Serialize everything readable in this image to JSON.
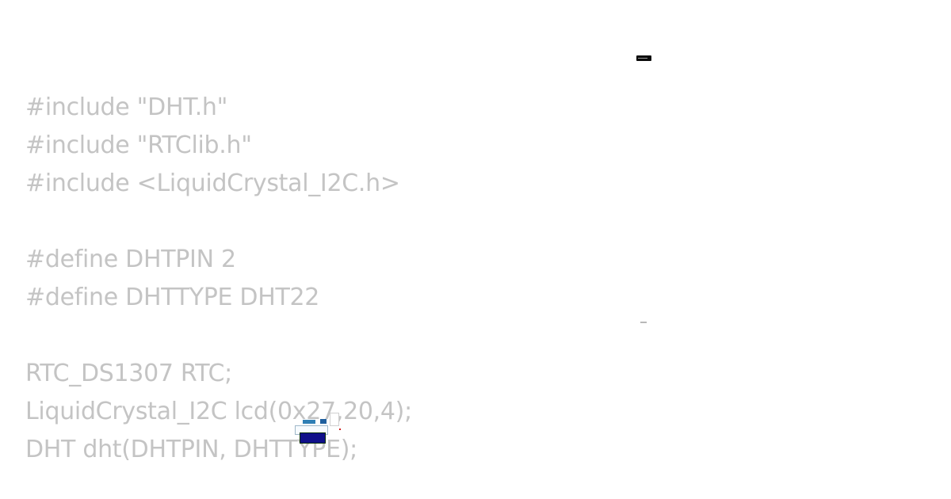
{
  "code": {
    "lines": [
      "#include \"DHT.h\"",
      "#include \"RTClib.h\"",
      "#include <LiquidCrystal_I2C.h>",
      "",
      "#define DHTPIN 2",
      "#define DHTTYPE DHT22",
      "",
      "RTC_DS1307 RTC;",
      "LiquidCrystal_I2C lcd(0x27,20,4);",
      "DHT dht(DHTPIN, DHTTYPE);"
    ]
  },
  "colors": {
    "code_text": "#c4c4c4",
    "background": "#ffffff",
    "lcd": "#10108a"
  },
  "icons": {
    "circuit": "breadboard-circuit-icon",
    "panel": "mini-lcd-panel-icon"
  }
}
